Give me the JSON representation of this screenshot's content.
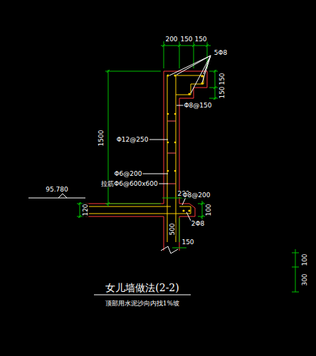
{
  "diagram": {
    "title": "女儿墙做法(2-2)",
    "caption": "顶部用水泥沙向内找1%坡",
    "labels": [
      "200",
      "150",
      "150",
      "5Φ8",
      "150",
      "150",
      "Φ8@150",
      "1500",
      "Φ12@250",
      "Φ6@200",
      "拉筋Φ6@600x600",
      "280",
      "Φ8@200",
      "95.780",
      "120",
      "100",
      "2Φ8",
      "500",
      "150",
      "100",
      "300"
    ]
  }
}
